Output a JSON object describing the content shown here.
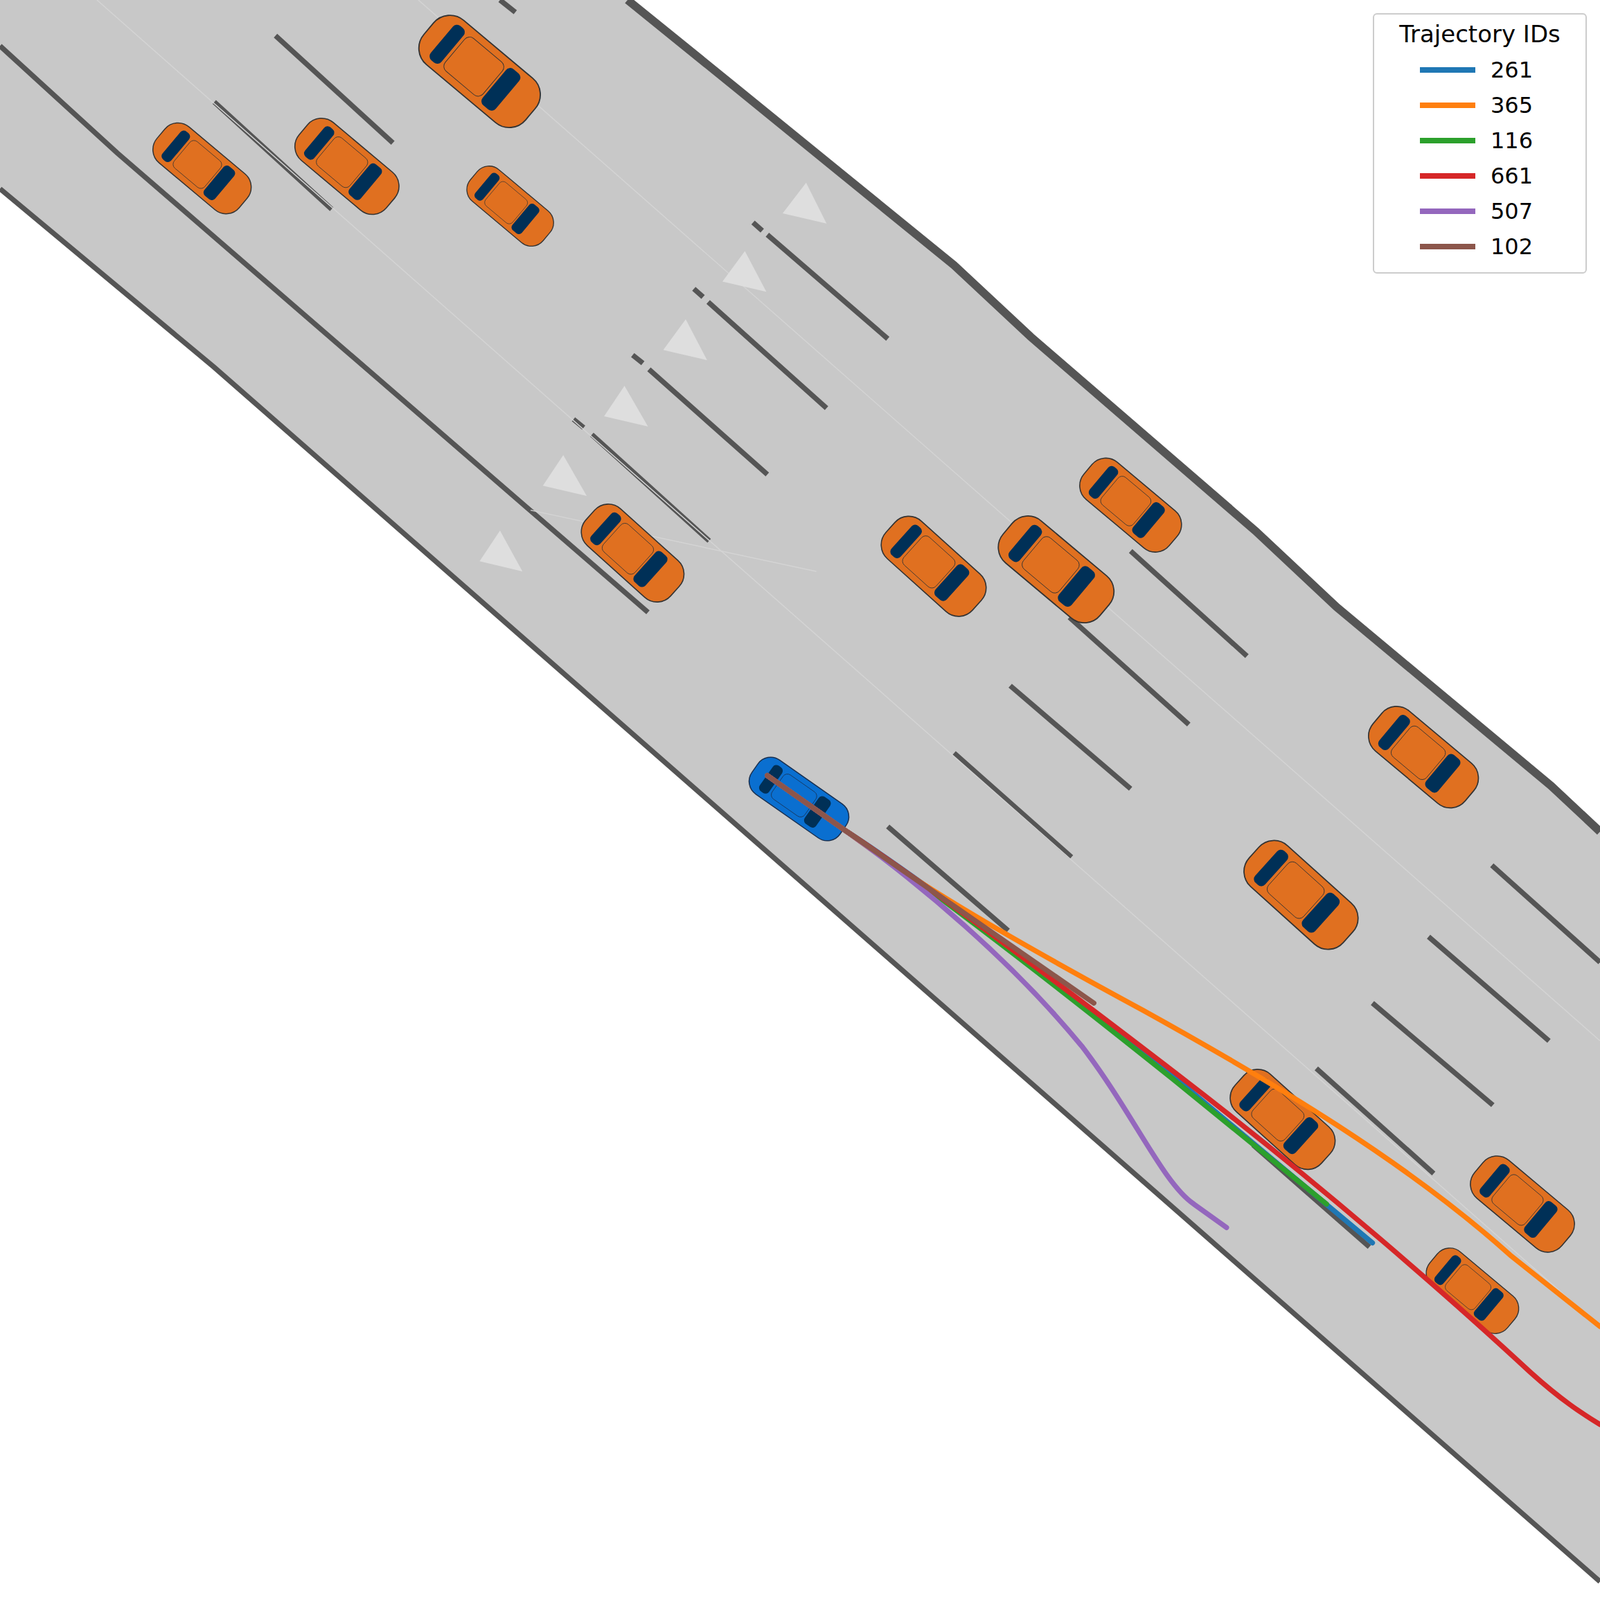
{
  "diagram": {
    "labels": [
      "Trajectory IDs"
    ],
    "legend": [
      {
        "text": "261",
        "color": "#1f77b4"
      },
      {
        "text": "365",
        "color": "#ff7f0e"
      },
      {
        "text": "116",
        "color": "#2ca02c"
      },
      {
        "text": "661",
        "color": "#d62728"
      },
      {
        "text": "507",
        "color": "#9467bd"
      },
      {
        "text": "102",
        "color": "#8c564b"
      }
    ]
  }
}
